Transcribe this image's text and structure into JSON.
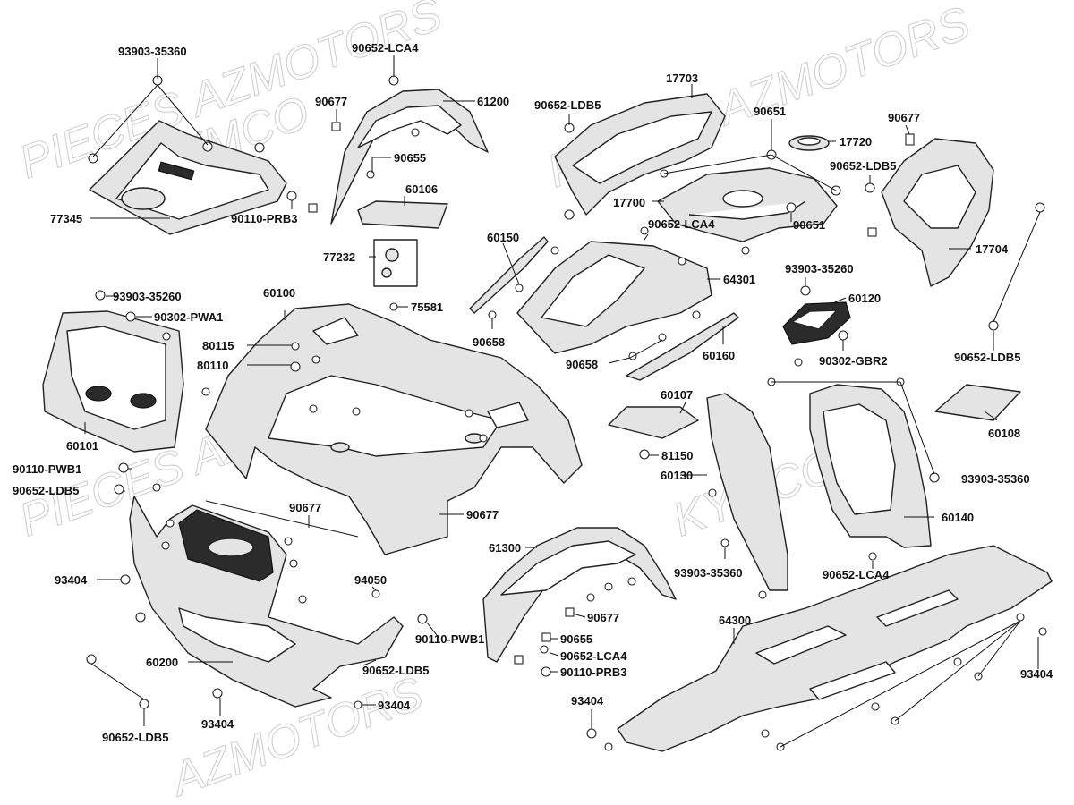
{
  "watermarks": [
    "PIECES AZMOTORS",
    "KYMCO",
    "PIECES AZMOTORS",
    "KYMCO",
    "PIECES AZMOTORS",
    "AZMOTORS"
  ],
  "labels": {
    "l93903_35360_a": "93903-35360",
    "l90652_LCA4_a": "90652-LCA4",
    "l61200": "61200",
    "l90677_a": "90677",
    "l90655_a": "90655",
    "l77345": "77345",
    "l90110_PRB3_a": "90110-PRB3",
    "l60106": "60106",
    "l77232": "77232",
    "l75581": "75581",
    "l17703": "17703",
    "l90652_LDB5_a": "90652-LDB5",
    "l90651_a": "90651",
    "l17720": "17720",
    "l90677_b": "90677",
    "l90652_LDB5_b": "90652-LDB5",
    "l17700": "17700",
    "l90652_LCA4_b": "90652-LCA4",
    "l90651_b": "90651",
    "l17704": "17704",
    "l60150": "60150",
    "l64301": "64301",
    "l93903_35260_a": "93903-35260",
    "l60120": "60120",
    "l90658_a": "90658",
    "l90658_b": "90658",
    "l60160": "60160",
    "l90302_GBR2": "90302-GBR2",
    "l90652_LDB5_c": "90652-LDB5",
    "l93903_35260_b": "93903-35260",
    "l90302_PWA1": "90302-PWA1",
    "l60100": "60100",
    "l80115": "80115",
    "l80110": "80110",
    "l60101": "60101",
    "l60107": "60107",
    "l81150": "81150",
    "l60130": "60130",
    "l60108": "60108",
    "l93903_35360_b": "93903-35360",
    "l60140": "60140",
    "l90110_PWB1_a": "90110-PWB1",
    "l90652_LDB5_d": "90652-LDB5",
    "l90677_c": "90677",
    "l90677_d": "90677",
    "l93903_35360_c": "93903-35360",
    "l90652_LCA4_c": "90652-LCA4",
    "l61300": "61300",
    "l93404_a": "93404",
    "l94050": "94050",
    "l90677_e": "90677",
    "l64300": "64300",
    "l90655_b": "90655",
    "l90110_PWB1_b": "90110-PWB1",
    "l90652_LCA4_d": "90652-LCA4",
    "l93404_b": "93404",
    "l60200": "60200",
    "l90652_LDB5_e": "90652-LDB5",
    "l90110_PRB3_b": "90110-PRB3",
    "l93404_c": "93404",
    "l93404_d": "93404",
    "l93404_e": "93404",
    "l90652_LDB5_f": "90652-LDB5"
  }
}
